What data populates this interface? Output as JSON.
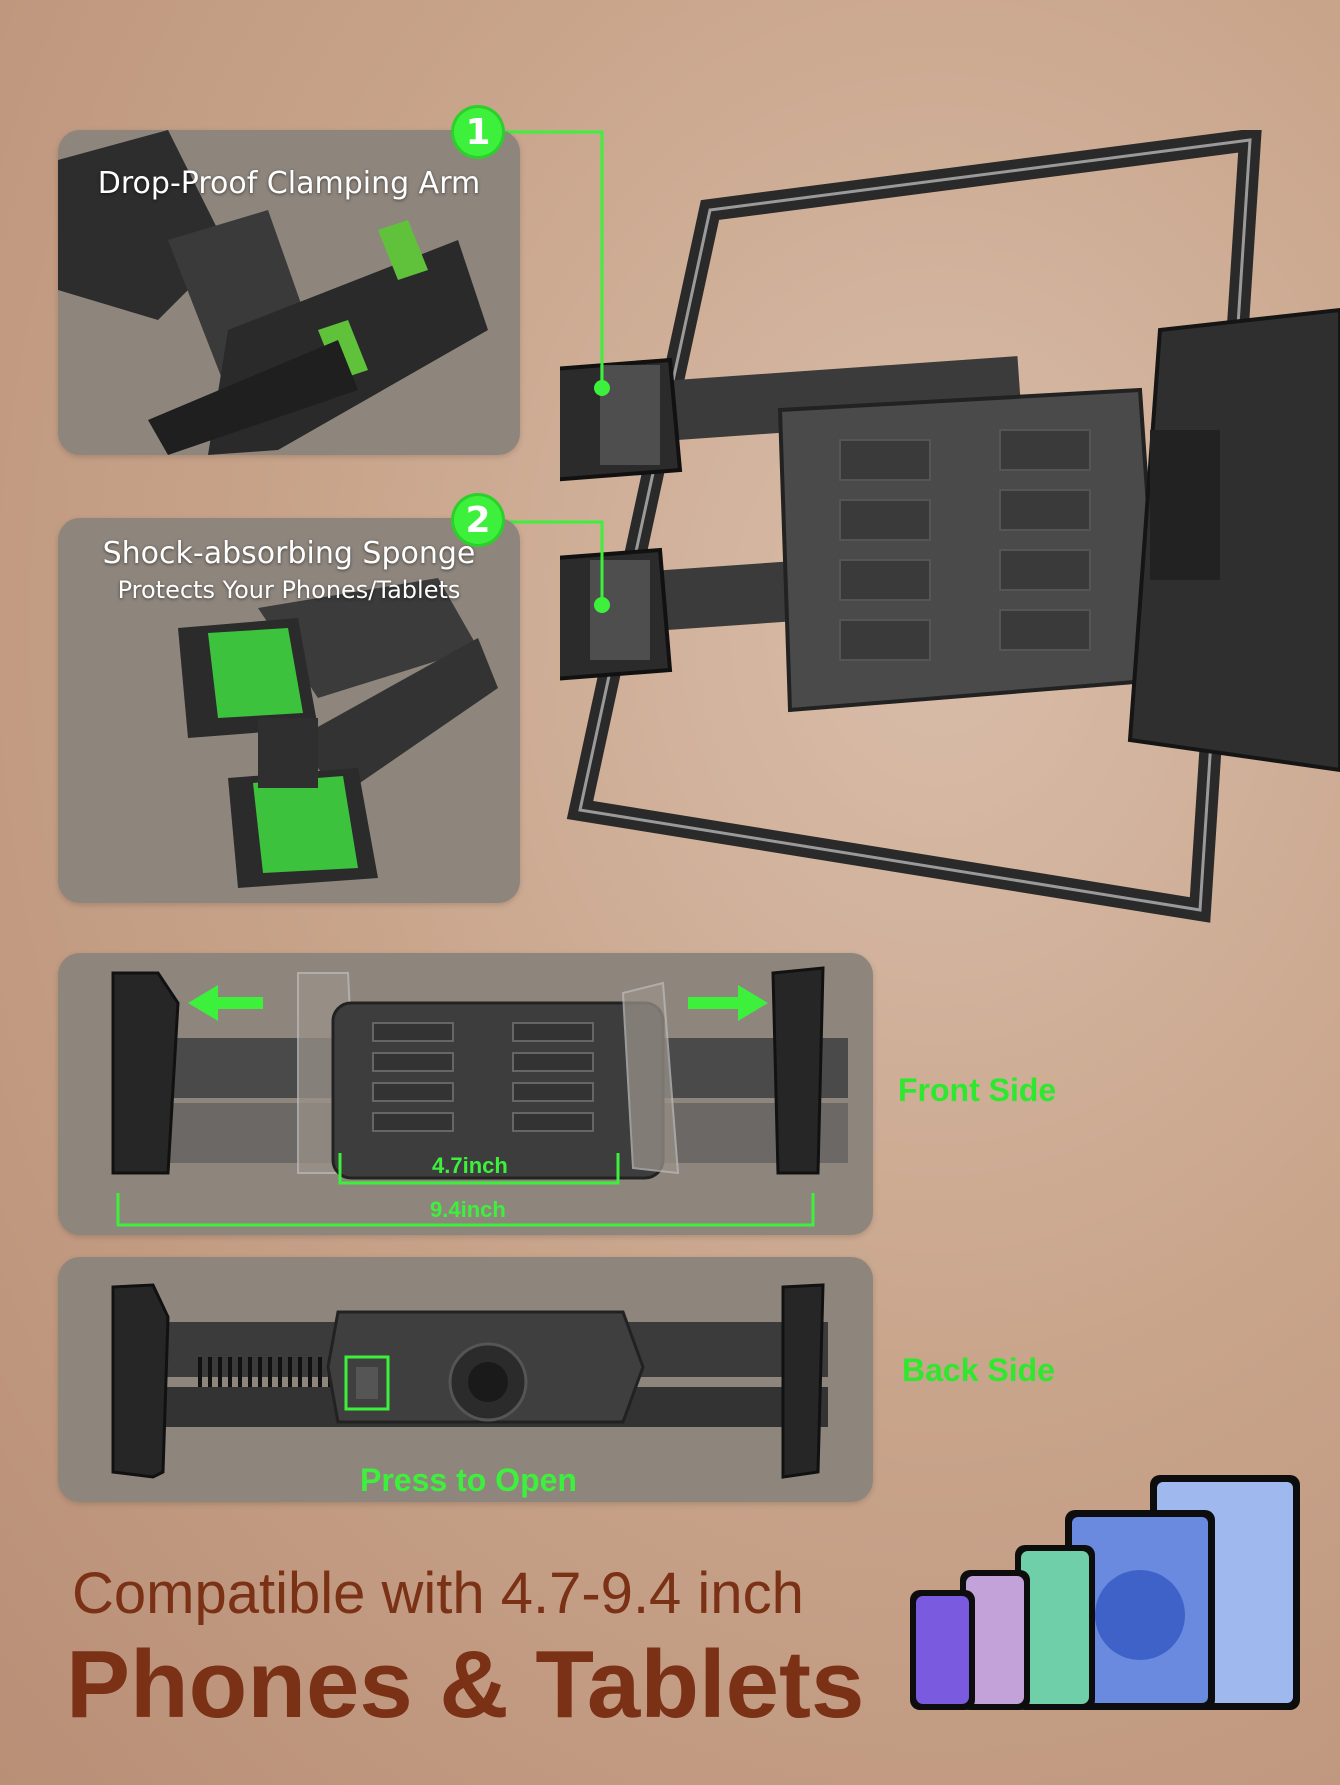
{
  "features": {
    "clamp_arm": {
      "number": "1",
      "label": "Drop-Proof Clamping Arm"
    },
    "sponge": {
      "number": "2",
      "line1": "Shock-absorbing Sponge",
      "line2": "Protects Your Phones/Tablets"
    }
  },
  "front": {
    "label": "Front Side",
    "min_width": "4.7inch",
    "max_width": "9.4inch"
  },
  "back": {
    "label": "Back Side",
    "press_label": "Press to Open"
  },
  "headline": {
    "line1": "Compatible with 4.7-9.4 inch",
    "line2": "Phones & Tablets"
  },
  "colors": {
    "accent": "#3cf03c",
    "headline": "#7a3115",
    "panel": "#8e867d"
  }
}
